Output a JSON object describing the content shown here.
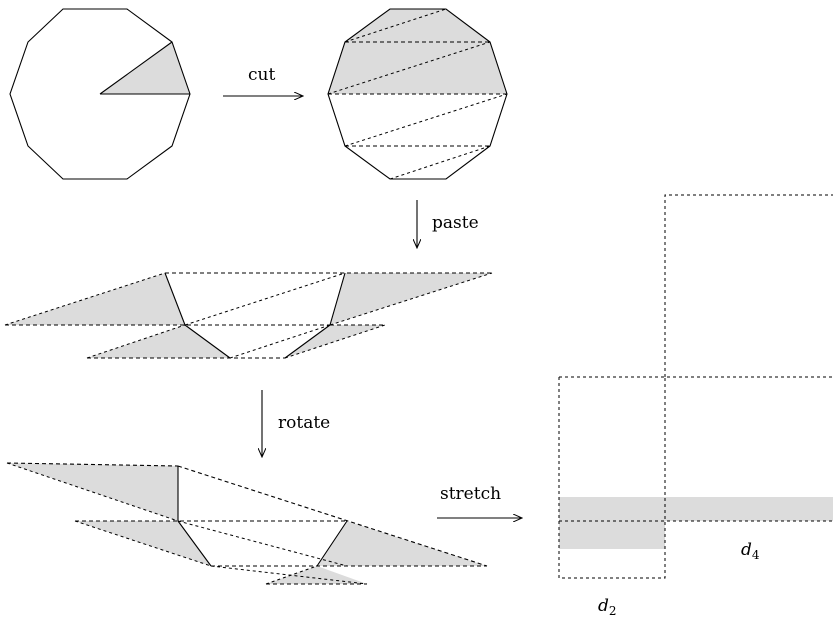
{
  "labels": {
    "cut": "cut",
    "paste": "paste",
    "rotate": "rotate",
    "stretch": "stretch"
  },
  "math_labels": {
    "d2": {
      "base": "d",
      "sub": "2"
    },
    "d4": {
      "base": "d",
      "sub": "4"
    }
  },
  "colors": {
    "shade": "#dcdcdc",
    "stroke": "#000000"
  },
  "polygon": {
    "sides": 10
  }
}
